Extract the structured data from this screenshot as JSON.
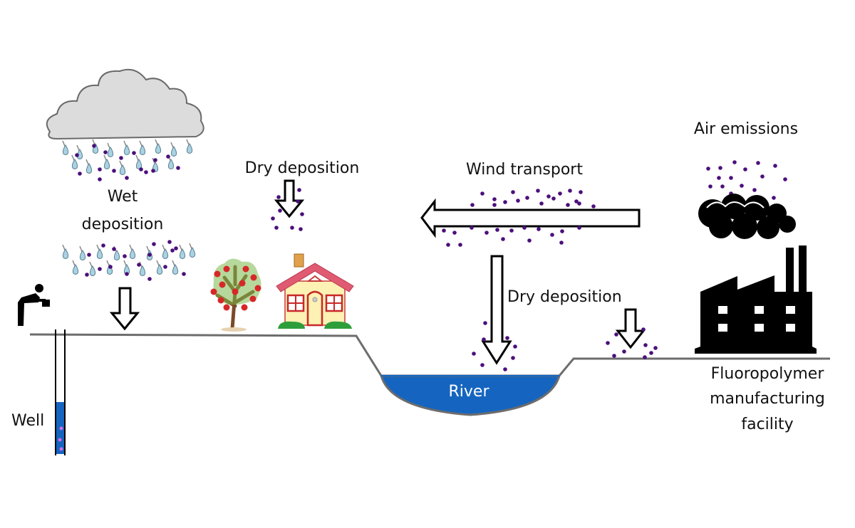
{
  "diagram": {
    "topic": "PFAS / fluoropolymer emission transport pathways",
    "colors": {
      "particle": "#4b0f7a",
      "water": "#1565c0",
      "ground_line": "#6d6d6d",
      "cloud": "#d9d9d9",
      "smoke": "#000000",
      "factory": "#000000",
      "raindrop": "#a9d2e2",
      "well_particle": "#d46be0"
    },
    "labels": {
      "wet_deposition_line1": "Wet",
      "wet_deposition_line2": "deposition",
      "dry_deposition_house": "Dry deposition",
      "wind_transport": "Wind transport",
      "dry_deposition_river": "Dry deposition",
      "air_emissions": "Air emissions",
      "river": "River",
      "well": "Well",
      "facility_line1": "Fluoropolymer",
      "facility_line2": "manufacturing",
      "facility_line3": "facility"
    },
    "nodes": [
      {
        "id": "rain-cloud",
        "label": "Wet deposition"
      },
      {
        "id": "tree",
        "label": "Fruit tree"
      },
      {
        "id": "house",
        "label": "House"
      },
      {
        "id": "river",
        "label": "River"
      },
      {
        "id": "well",
        "label": "Well"
      },
      {
        "id": "person-drinking",
        "label": "Person drinking"
      },
      {
        "id": "factory",
        "label": "Fluoropolymer manufacturing facility"
      },
      {
        "id": "smoke-cloud",
        "label": "Air emissions"
      }
    ],
    "arrows": [
      {
        "from": "factory",
        "to": "rain-cloud",
        "label": "Wind transport",
        "direction": "left"
      },
      {
        "from": "rain-cloud",
        "to": "ground",
        "label": "Wet deposition",
        "direction": "down"
      },
      {
        "from": "air",
        "to": "house",
        "label": "Dry deposition",
        "direction": "down"
      },
      {
        "from": "air",
        "to": "river",
        "label": "Dry deposition",
        "direction": "down"
      },
      {
        "from": "air",
        "to": "facility-ground",
        "label": "Dry deposition",
        "direction": "down"
      }
    ]
  }
}
